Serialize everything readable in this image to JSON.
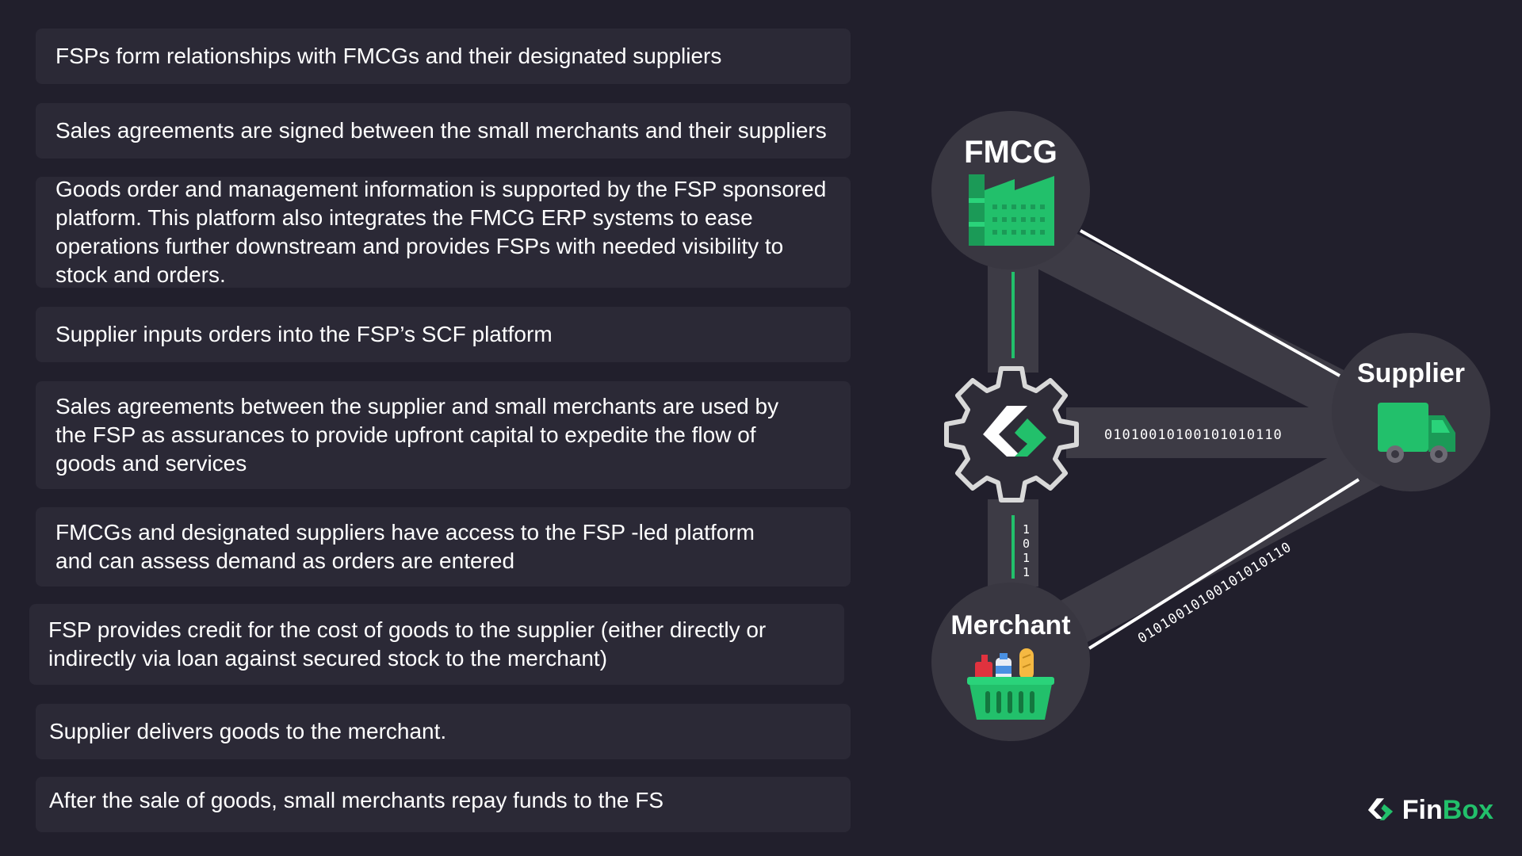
{
  "steps": [
    "FSPs form relationships with FMCGs and their designated suppliers",
    "Sales agreements are signed between the small merchants and their suppliers",
    "Goods order and management information is supported by the FSP sponsored platform. This platform also integrates the FMCG ERP systems to ease operations further downstream and provides FSPs with needed visibility to stock and orders.",
    "Supplier inputs orders into the FSP’s SCF platform",
    "Sales agreements between the supplier and small merchants are used by the FSP as assurances to provide upfront capital to expedite the flow of goods and services",
    "FMCGs and designated suppliers have access to the FSP -led platform and can assess demand as orders are entered",
    "FSP provides credit for the cost of goods to the supplier (either directly or indirectly via loan against secured stock to the merchant)",
    "Supplier delivers goods to the merchant.",
    "After the sale of goods, small merchants repay funds to the FS"
  ],
  "diagram": {
    "nodes": {
      "fmcg": "FMCG",
      "supplier": "Supplier",
      "merchant": "Merchant"
    },
    "binary_hub_supplier": "01010010100101010110",
    "binary_merchant_supplier": "01010010100101010110",
    "binary_hub_merchant": [
      "1",
      "0",
      "1",
      "1"
    ]
  },
  "logo": {
    "fin": "Fin",
    "box": "Box"
  },
  "colors": {
    "background": "#211f2c",
    "card": "#2b2936",
    "accent": "#22c06b",
    "node": "#393741",
    "link": "#3d3b45"
  },
  "icons": {
    "fmcg": "factory-icon",
    "supplier": "delivery-truck-icon",
    "merchant": "grocery-basket-icon",
    "hub": "gear-logo-icon",
    "brand": "finbox-logo-icon"
  }
}
